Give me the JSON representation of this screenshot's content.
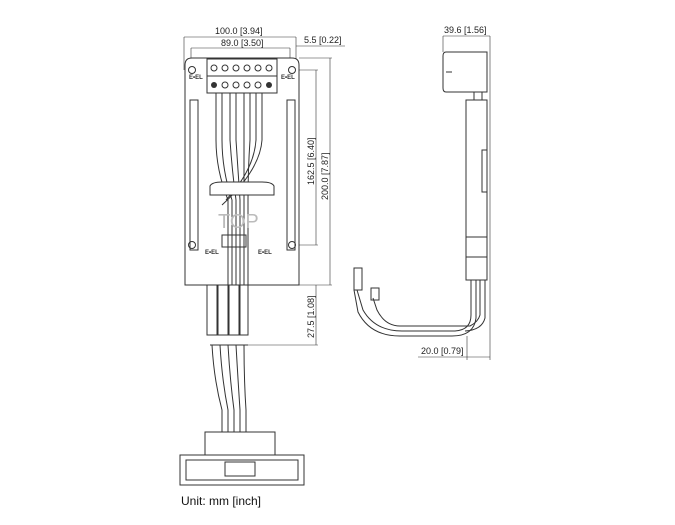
{
  "dimensions": {
    "width_total": "100.0 [3.94]",
    "width_holes": "89.0 [3.50]",
    "offset": "5.5 [0.22]",
    "height_holes": "162.5 [6.40]",
    "height_total": "200.0 [7.87]",
    "wire_length": "27.5 [1.08]",
    "depth": "39.6 [1.56]",
    "side_offset": "20.0 [0.79]"
  },
  "labels": {
    "mark_left": "E•EL",
    "mark_right": "E•EL",
    "mark_bottom_left": "E•EL",
    "mark_bottom_right": "E•EL",
    "top": "TOP"
  },
  "unit": "Unit: mm [inch]"
}
